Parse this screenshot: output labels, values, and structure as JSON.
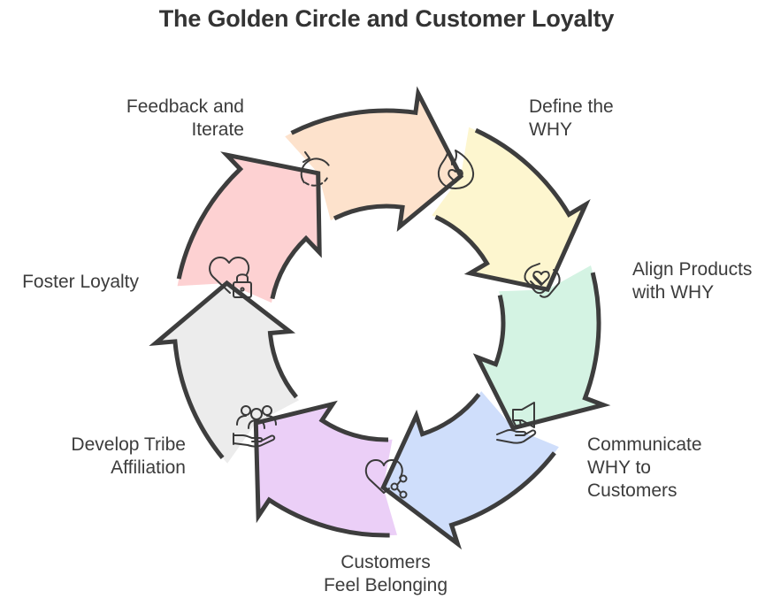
{
  "title": "The Golden Circle and Customer Loyalty",
  "steps": [
    {
      "id": "define",
      "lines": [
        "Define the",
        "WHY"
      ],
      "icon": "flame-heart-icon",
      "color": "#fdd1d2"
    },
    {
      "id": "align",
      "lines": [
        "Align Products",
        "with WHY"
      ],
      "icon": "hands-heart-icon",
      "color": "#fde2cc"
    },
    {
      "id": "communicate",
      "lines": [
        "Communicate",
        "WHY to",
        "Customers"
      ],
      "icon": "megaphone-hand-icon",
      "color": "#fdf6cf"
    },
    {
      "id": "belonging",
      "lines": [
        "Customers",
        "Feel Belonging"
      ],
      "icon": "heart-share-icon",
      "color": "#d4f3e3"
    },
    {
      "id": "tribe",
      "lines": [
        "Develop Tribe",
        "Affiliation"
      ],
      "icon": "community-hand-icon",
      "color": "#cfdefb"
    },
    {
      "id": "loyalty",
      "lines": [
        "Foster Loyalty"
      ],
      "icon": "heart-lock-icon",
      "color": "#ebcff7"
    },
    {
      "id": "feedback",
      "lines": [
        "Feedback and",
        "Iterate"
      ],
      "icon": "refresh-icon",
      "color": "#ececec"
    }
  ]
}
